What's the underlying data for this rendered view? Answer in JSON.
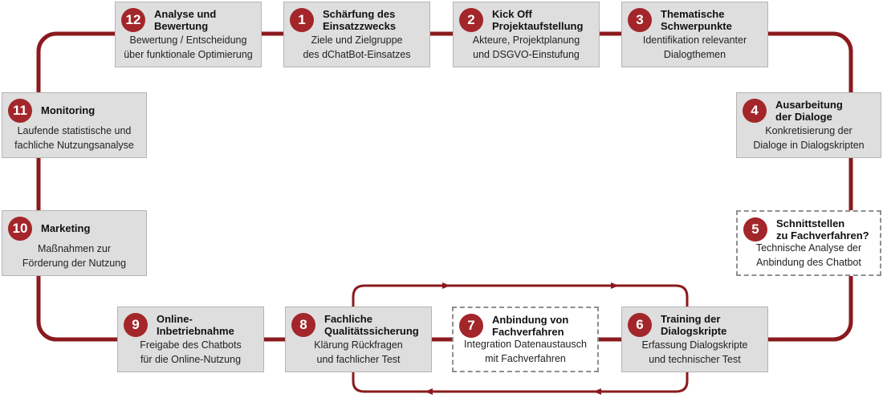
{
  "accent_color": "#a3262a",
  "steps": [
    {
      "number": "1",
      "title": "Schärfung des\nEinsatzzwecks",
      "description": "Ziele und Zielgruppe\ndes dChatBot-Einsatzes"
    },
    {
      "number": "2",
      "title": "Kick Off\nProjektaufstellung",
      "description": "Akteure, Projektplanung\nund DSGVO-Einstufung"
    },
    {
      "number": "3",
      "title": "Thematische\nSchwerpunkte",
      "description": "Identifikation relevanter\nDialogthemen"
    },
    {
      "number": "4",
      "title": "Ausarbeitung\nder Dialoge",
      "description": "Konkretisierung der\nDialoge in Dialogskripten"
    },
    {
      "number": "5",
      "title": "Schnittstellen\nzu Fachverfahren?",
      "description": "Technische Analyse der\nAnbindung des Chatbot"
    },
    {
      "number": "6",
      "title": "Training der\nDialogskripte",
      "description": "Erfassung Dialogskripte\nund technischer Test"
    },
    {
      "number": "7",
      "title": "Anbindung von\nFachverfahren",
      "description": "Integration Datenaustausch\nmit Fachverfahren"
    },
    {
      "number": "8",
      "title": "Fachliche\nQualitätssicherung",
      "description": "Klärung Rückfragen\nund fachlicher Test"
    },
    {
      "number": "9",
      "title": "Online-\nInbetriebnahme",
      "description": "Freigabe des Chatbots\nfür die Online-Nutzung"
    },
    {
      "number": "10",
      "title": "Marketing",
      "description": "Maßnahmen zur\nFörderung der Nutzung"
    },
    {
      "number": "11",
      "title": "Monitoring",
      "description": "Laufende statistische und\nfachliche Nutzungsanalyse"
    },
    {
      "number": "12",
      "title": "Analyse und\nBewertung",
      "description": "Bewertung / Entscheidung\nüber funktionale Optimierung"
    }
  ]
}
